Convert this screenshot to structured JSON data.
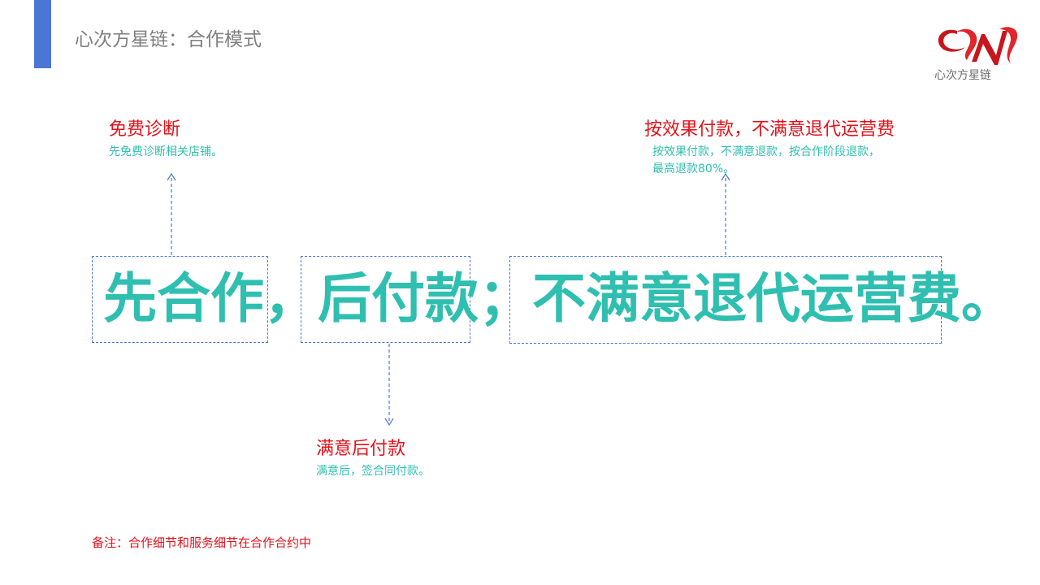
{
  "header": {
    "title": "心次方星链：合作模式",
    "logo_text": "心次方星链",
    "accent_color": "#4a77d4"
  },
  "headline": {
    "part1": "先合作，",
    "part2": "后付款；",
    "part3": "不满意退代运营费。",
    "color": "#2fbfb0"
  },
  "notes": {
    "free_diagnosis": {
      "title": "免费诊断",
      "desc": "先免费诊断相关店铺。"
    },
    "pay_after_satisfied": {
      "title": "满意后付款",
      "desc": "满意后，签合同付款。"
    },
    "pay_by_result": {
      "title": "按效果付款，不满意退代运营费",
      "desc_line1": "按效果付款，不满意退款，按合作阶段退款，",
      "desc_line2": "最高退款80%。"
    }
  },
  "remark": "备注：合作细节和服务细节在合作合约中",
  "colors": {
    "title_red": "#e4111a",
    "teal": "#2fbfb0",
    "blue_dash": "#4a77d4",
    "gray": "#7f7f7f"
  }
}
